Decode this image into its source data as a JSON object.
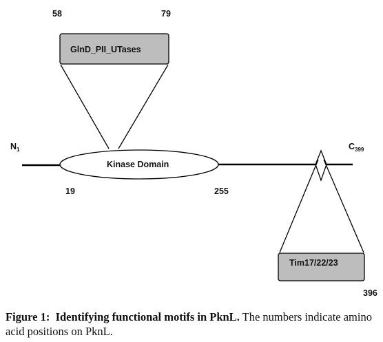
{
  "diagram": {
    "labels": {
      "n_term": "N",
      "n_sub": "1",
      "c_term": "C",
      "c_sub": "399",
      "pos_58": "58",
      "pos_79": "79",
      "pos_19": "19",
      "pos_255": "255",
      "pos_396": "396"
    },
    "motifs": {
      "glnd": "GlnD_PII_UTases",
      "kinase": "Kinase Domain",
      "tim": "Tim17/22/23"
    },
    "colors": {
      "box_fill": "#bdbdbd",
      "stroke": "#000000",
      "ellipse_fill": "#ffffff"
    }
  },
  "caption": {
    "label": "Figure 1:",
    "title": "Identifying functional motifs in PknL.",
    "body": "The numbers indicate amino acid positions on PknL."
  }
}
